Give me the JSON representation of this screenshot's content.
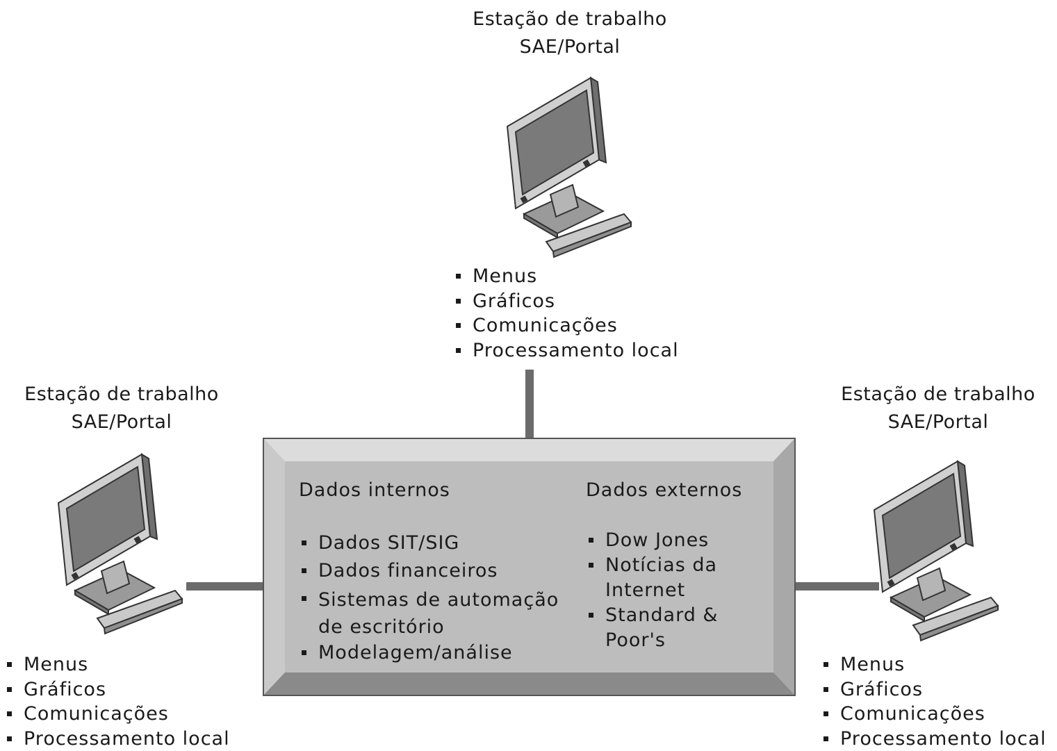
{
  "workstations": {
    "top": {
      "title_line1": "Estação de trabalho",
      "title_line2": "SAE/Portal",
      "features": [
        "Menus",
        "Gráficos",
        "Comunicações",
        "Processamento local"
      ]
    },
    "left": {
      "title_line1": "Estação de trabalho",
      "title_line2": "SAE/Portal",
      "features": [
        "Menus",
        "Gráficos",
        "Comunicações",
        "Processamento local"
      ]
    },
    "right": {
      "title_line1": "Estação de trabalho",
      "title_line2": "SAE/Portal",
      "features": [
        "Menus",
        "Gráficos",
        "Comunicações",
        "Processamento local"
      ]
    }
  },
  "data_server": {
    "internal": {
      "heading": "Dados internos",
      "items": [
        "Dados SIT/SIG",
        "Dados financeiros",
        "Sistemas de automação\nde escritório",
        "Modelagem/análise"
      ]
    },
    "external": {
      "heading": "Dados externos",
      "items": [
        "Dow Jones",
        "Notícias da\nInternet",
        "Standard &\nPoor's"
      ]
    }
  },
  "colors": {
    "box_face": "#bdbdbd",
    "box_bevel_light": "#dcdcdc",
    "box_bevel_mid": "#a8a8a8",
    "box_bevel_dark": "#8a8a8a",
    "connector": "#6b6b6b",
    "monitor_screen": "#7a7a7a",
    "monitor_frame": "#c8c8c8"
  }
}
